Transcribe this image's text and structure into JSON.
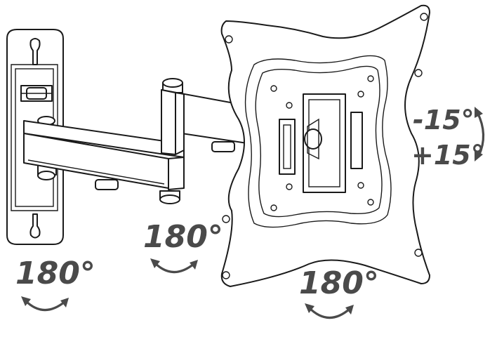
{
  "labels": {
    "wall_rotation": "180°",
    "arm_rotation": "180°",
    "plate_rotation": "180°",
    "tilt_up": "-15°",
    "tilt_down": "+15°"
  },
  "colors": {
    "line": "#1a1a1a",
    "label": "#4a4a4a",
    "background": "#ffffff"
  }
}
